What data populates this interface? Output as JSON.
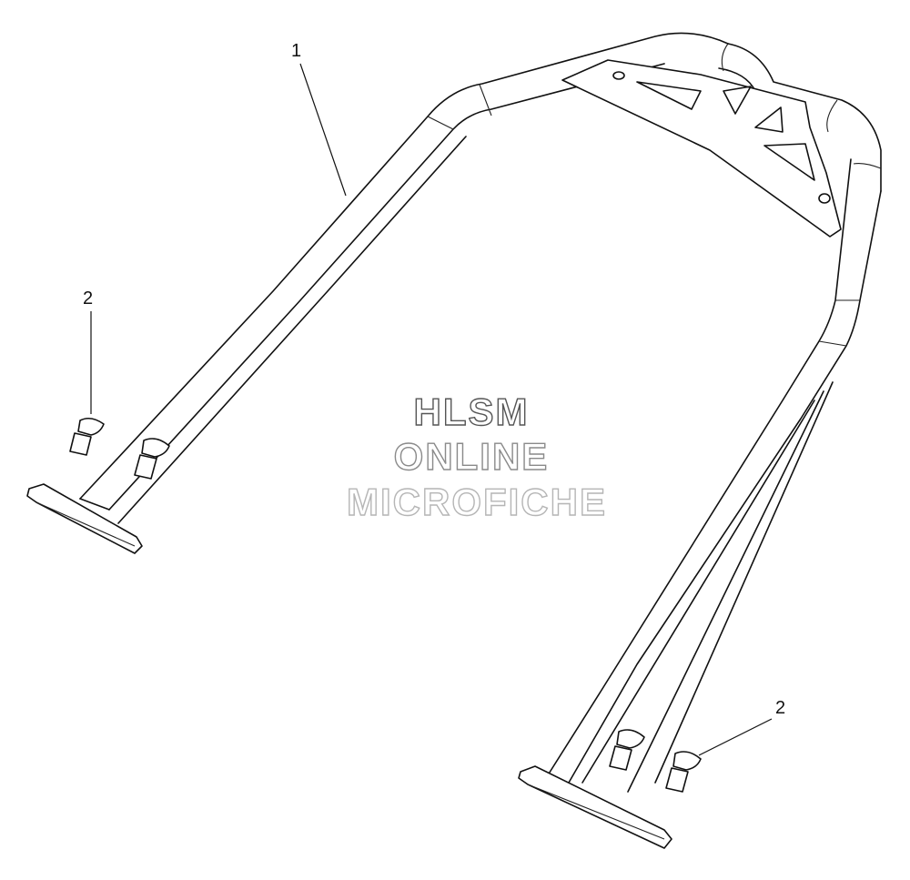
{
  "callouts": {
    "part_1": "1",
    "part_2_left": "2",
    "part_2_right": "2"
  },
  "watermark": {
    "line1": "HLSM",
    "line2": "ONLINE",
    "line3": "MICROFICHE"
  },
  "colors": {
    "line": "#111111",
    "background": "#ffffff",
    "watermark_1": "#555555",
    "watermark_2": "#8a8a8a",
    "watermark_3": "#b5b5b5"
  }
}
